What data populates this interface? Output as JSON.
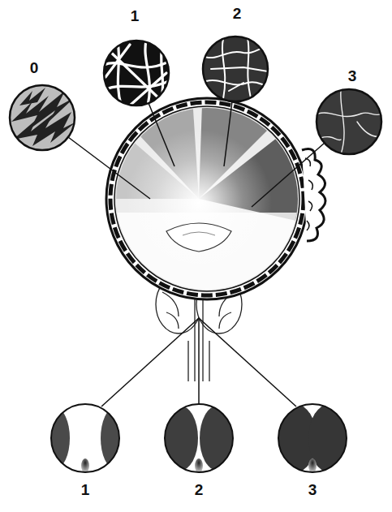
{
  "diagram": {
    "labels": [
      "1",
      "2",
      "0",
      "3",
      "1",
      "2",
      "3"
    ]
  }
}
